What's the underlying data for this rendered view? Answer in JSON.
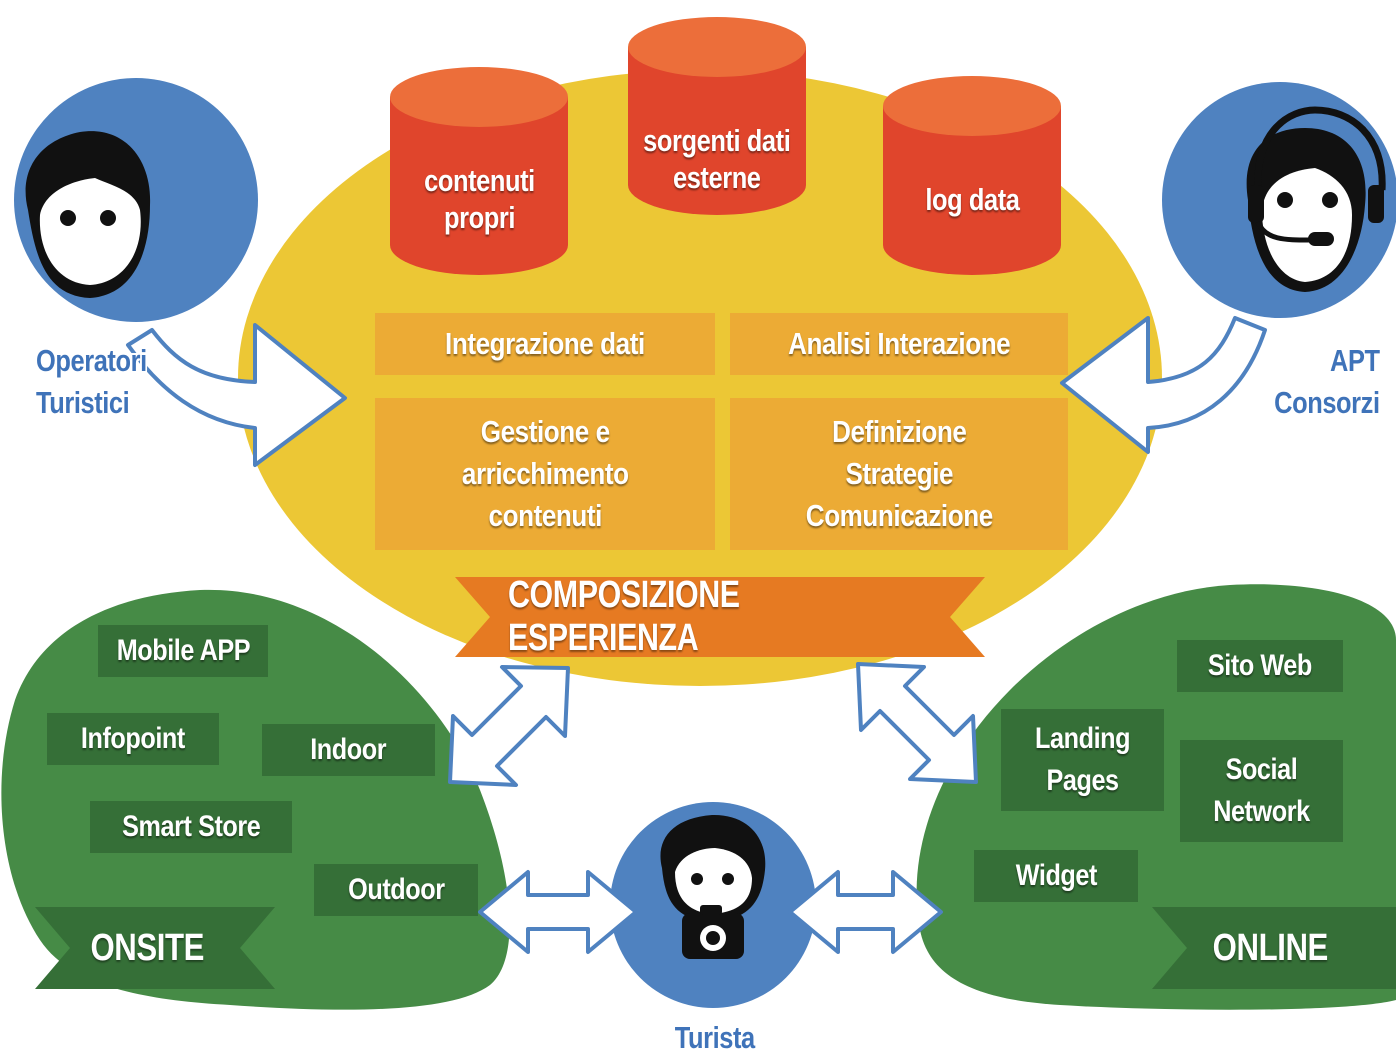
{
  "databases": {
    "contenuti_propri": "contenuti\npropri",
    "sorgenti_dati_esterne": "sorgenti dati\nesterne",
    "log_data": "log data"
  },
  "functions": {
    "integrazione_dati": "Integrazione dati",
    "analisi_interazione": "Analisi Interazione",
    "gestione_arricchimento": "Gestione e\narricchimento\ncontenuti",
    "definizione_strategie": "Definizione\nStrategie\nComunicazione"
  },
  "composizione_esperienza": "COMPOSIZIONE ESPERIENZA",
  "actors": {
    "operatori_turistici": "Operatori\nTuristici",
    "apt_consorzi": "APT\nConsorzi",
    "turista": "Turista"
  },
  "onsite": {
    "banner": "ONSITE",
    "items": [
      "Mobile APP",
      "Infopoint",
      "Indoor",
      "Smart Store",
      "Outdoor"
    ]
  },
  "online": {
    "banner": "ONLINE",
    "items": [
      "Sito Web",
      "Landing\nPages",
      "Social\nNetwork",
      "Widget"
    ]
  },
  "colors": {
    "yellow": "#ecc735",
    "orange_box": "#ecab35",
    "db_red": "#e0452c",
    "db_top": "#ec6e3a",
    "banner_orange": "#e67a22",
    "green": "#468b46",
    "dark_green": "#356f37",
    "blue": "#4f82c0",
    "arrow_stroke": "#4f82c0"
  }
}
